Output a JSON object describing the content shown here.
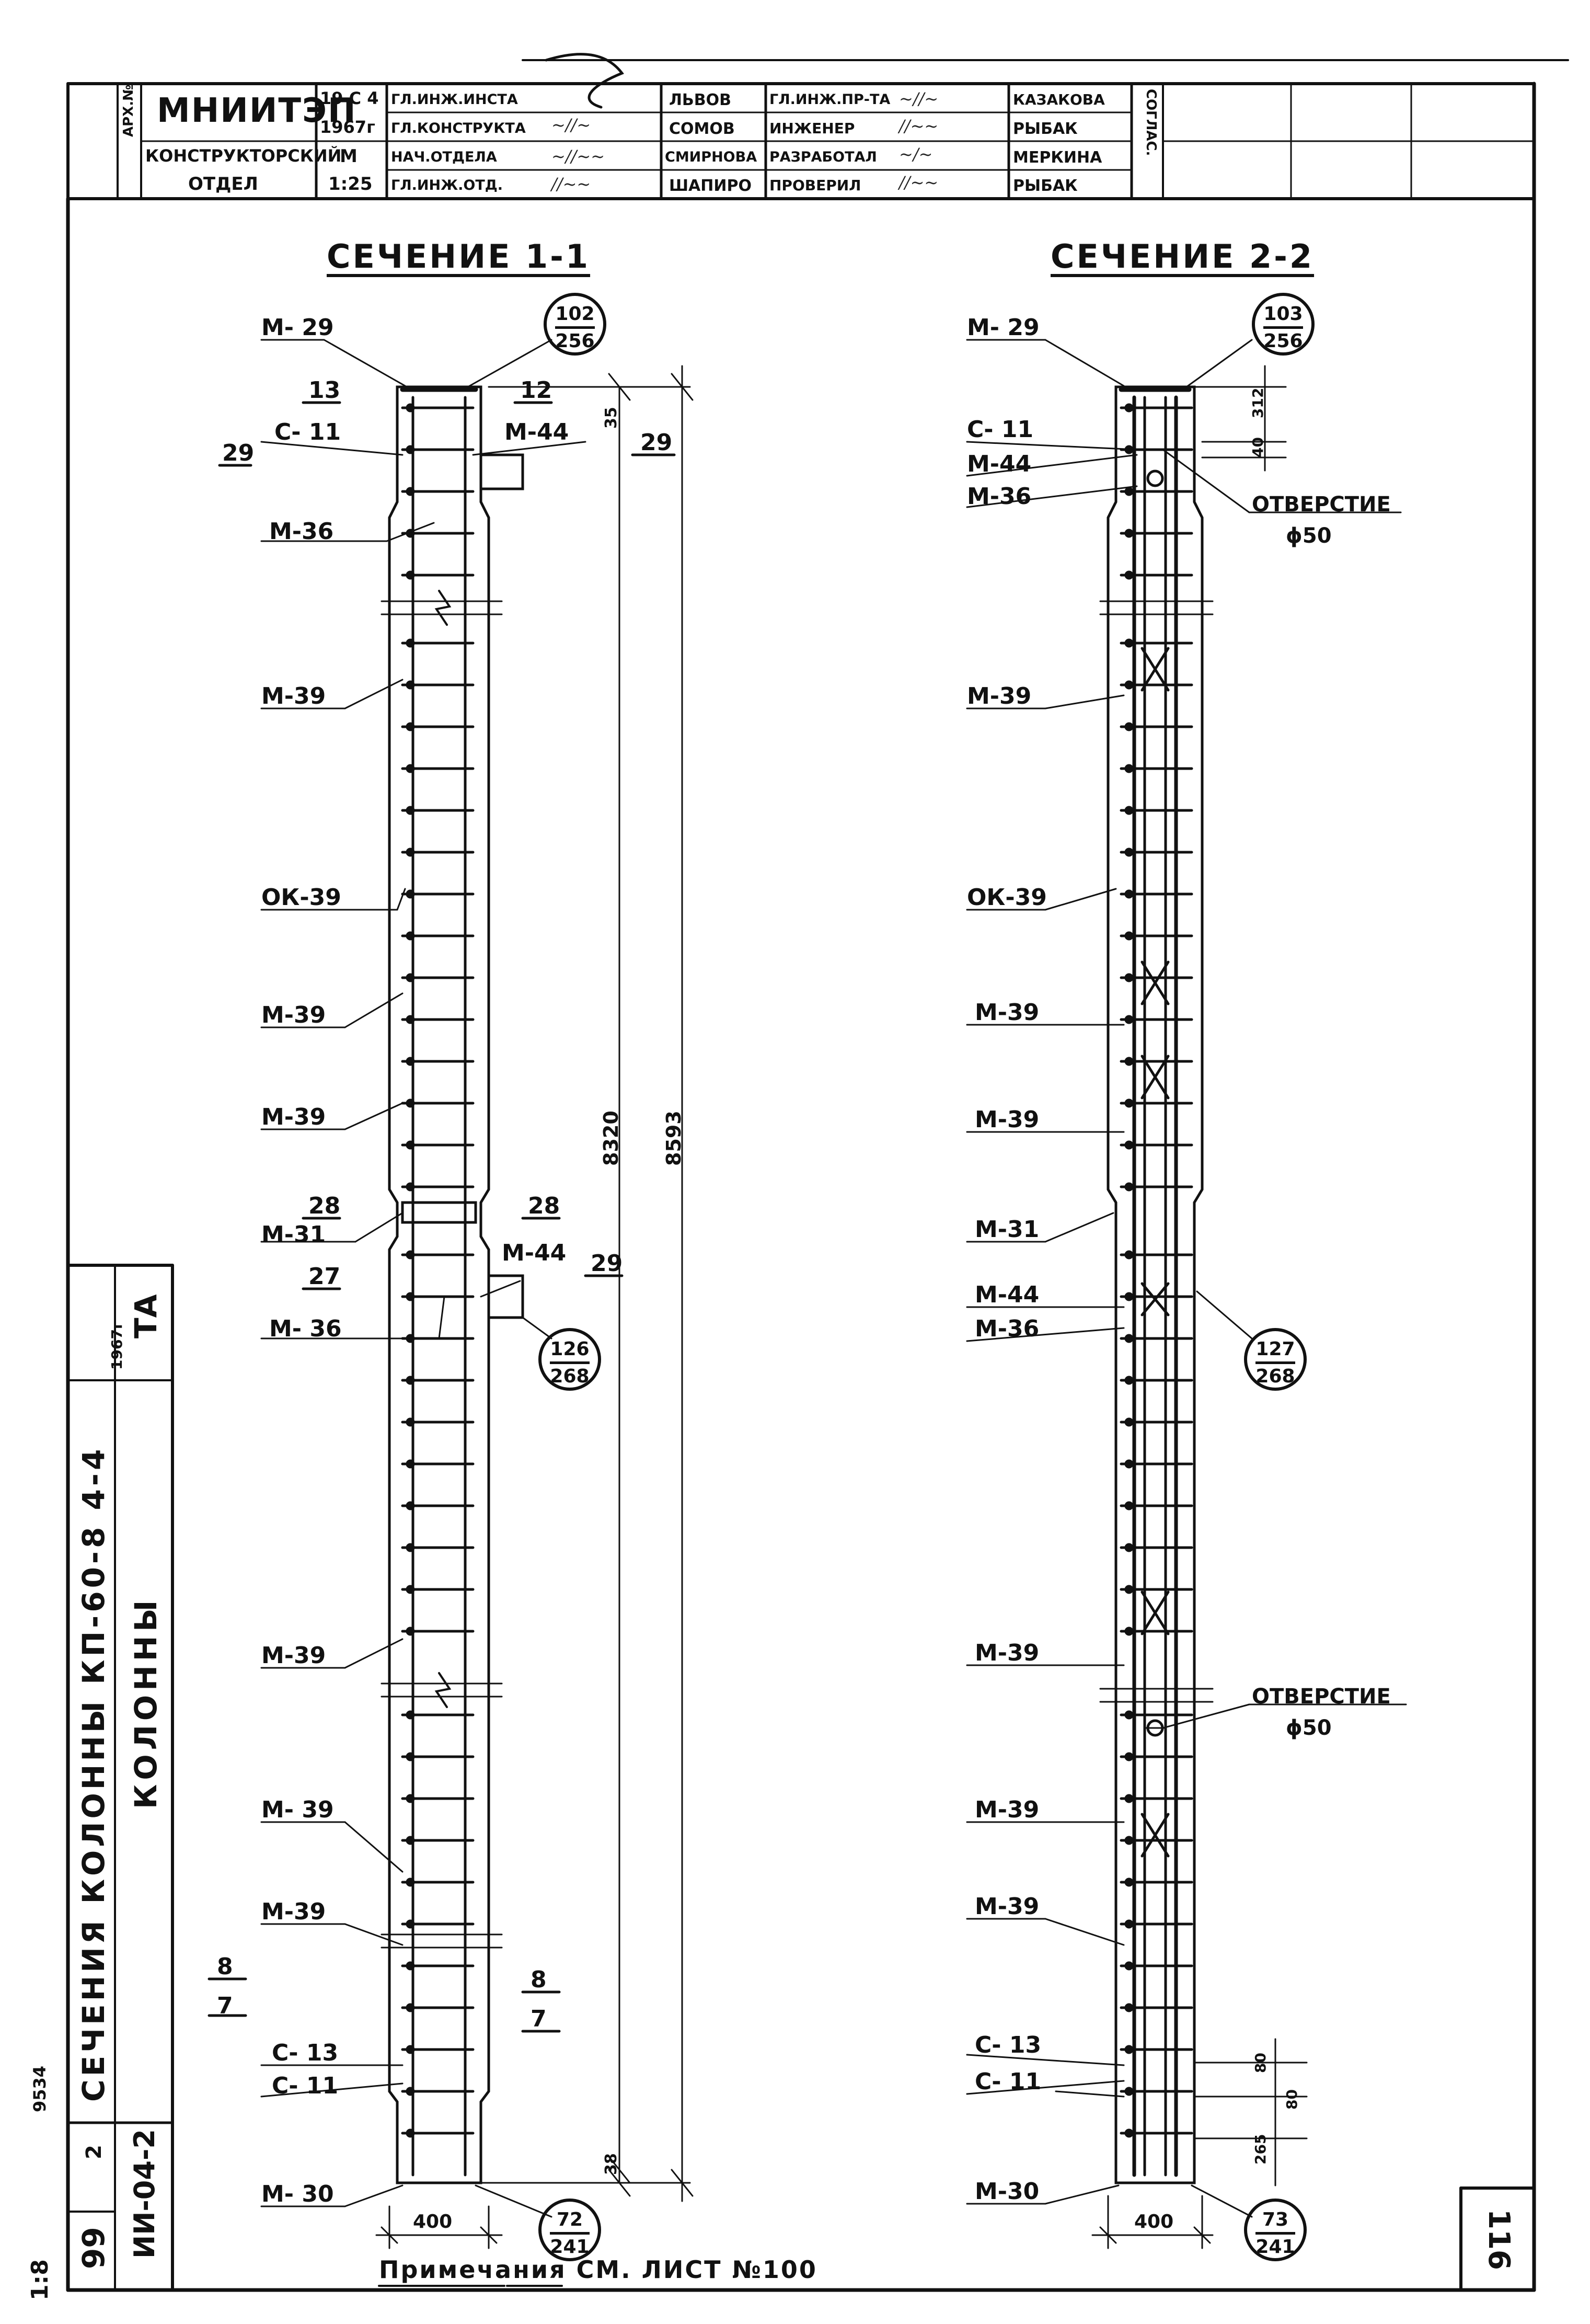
{
  "title_block": {
    "org": "МНИИТЭП",
    "dept_line1": "КОНСТРУКТОРСКИЙ",
    "dept_line2": "ОТДЕЛ",
    "arch_no": "АРХ.№",
    "date_top": "19 С 4",
    "year": "1967г",
    "scale_m": "М",
    "scale_val": "1:25",
    "roles": [
      "ГЛ.ИНЖ.ИНСТА",
      "ГЛ.КОНСТРУКТА",
      "НАЧ.ОТДЕЛА",
      "ГЛ.ИНЖ.ОТД."
    ],
    "names": [
      "ЛЬВОВ",
      "СОМОВ",
      "СМИРНОВА",
      "ШАПИРО"
    ],
    "roles2": [
      "ГЛ.ИНЖ.ПР-ТА",
      "ИНЖЕНЕР",
      "РАЗРАБОТАЛ",
      "ПРОВЕРИЛ"
    ],
    "names2": [
      "КАЗАКОВА",
      "РЫБАК",
      "МЕРКИНА",
      "РЫБАК"
    ],
    "approved": "СОГЛАС."
  },
  "section_1": {
    "title": "СЕЧЕНИЕ 1-1",
    "labels": [
      "М- 29",
      "С- 11",
      "М-44",
      "М-36",
      "М-39",
      "ОК-39",
      "М-39",
      "М-39",
      "М-31",
      "М-44",
      "М- 36",
      "М-39",
      "М- 39",
      "М-39",
      "С- 13",
      "С- 11",
      "М- 30"
    ],
    "marks": [
      "13",
      "12",
      "29",
      "29",
      "28",
      "28",
      "27",
      "29",
      "8",
      "7",
      "8",
      "7"
    ],
    "circle_top": {
      "num": "102",
      "den": "256"
    },
    "circle_mid": {
      "num": "126",
      "den": "268"
    },
    "circle_bot": {
      "num": "72",
      "den": "241"
    },
    "dim_top": "35",
    "dim_bot": "38",
    "dim_h1": "8320",
    "dim_h2": "8593",
    "width": "400"
  },
  "section_2": {
    "title": "СЕЧЕНИЕ 2-2",
    "labels": [
      "М- 29",
      "С- 11",
      "М-44",
      "М-36",
      "ОК-39",
      "М-39",
      "М-39",
      "М-39",
      "М-31",
      "М-44",
      "М-36",
      "М-39",
      "М-39",
      "М-39",
      "С- 13",
      "С- 11",
      "М-30"
    ],
    "hole_label": "ОТВЕРСТИЕ",
    "hole_size": "ϕ50",
    "circle_top": {
      "num": "103",
      "den": "256"
    },
    "circle_mid": {
      "num": "127",
      "den": "268"
    },
    "circle_bot": {
      "num": "73",
      "den": "241"
    },
    "dims_top": [
      "40",
      "312"
    ],
    "dims_bot": [
      "80",
      "80",
      "265"
    ],
    "width": "400"
  },
  "note": "Примечания   СМ.   ЛИСТ  №100",
  "side_block": {
    "ta": "ТА",
    "year": "1967г",
    "subject": "КОЛОННЫ",
    "sheet_title": "СЕЧЕНИЯ  КОЛОННЫ  КП-60-8 4-4",
    "series": "ИИ-04-2",
    "vyp": "2",
    "page": "99",
    "scale_note": "1:8",
    "inv": "9534"
  },
  "sheet_number": "116"
}
